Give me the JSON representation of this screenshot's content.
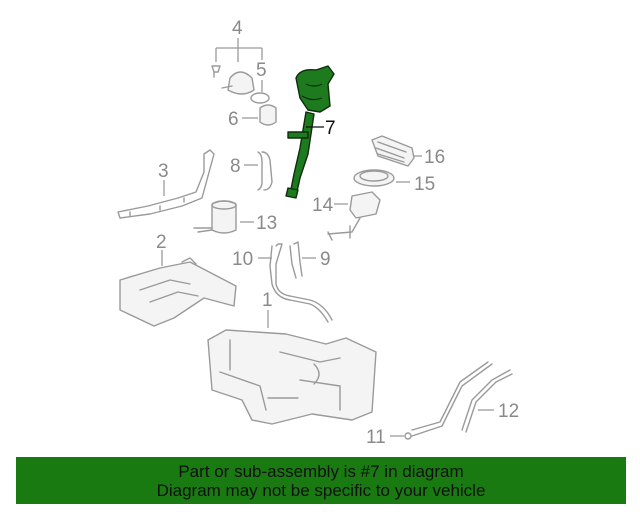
{
  "callouts": {
    "c1": "1",
    "c2": "2",
    "c3": "3",
    "c4": "4",
    "c5": "5",
    "c6": "6",
    "c7": "7",
    "c8": "8",
    "c9": "9",
    "c10": "10",
    "c11": "11",
    "c12": "12",
    "c13": "13",
    "c14": "14",
    "c15": "15",
    "c16": "16"
  },
  "highlighted_part": "7",
  "colors": {
    "highlight": "#1e7a1e",
    "banner": "#1a7a12",
    "callout": "#8a8a8a"
  },
  "banner": {
    "line1": "Part or sub-assembly is #7 in diagram",
    "line2": "Diagram may not be specific to your vehicle"
  }
}
